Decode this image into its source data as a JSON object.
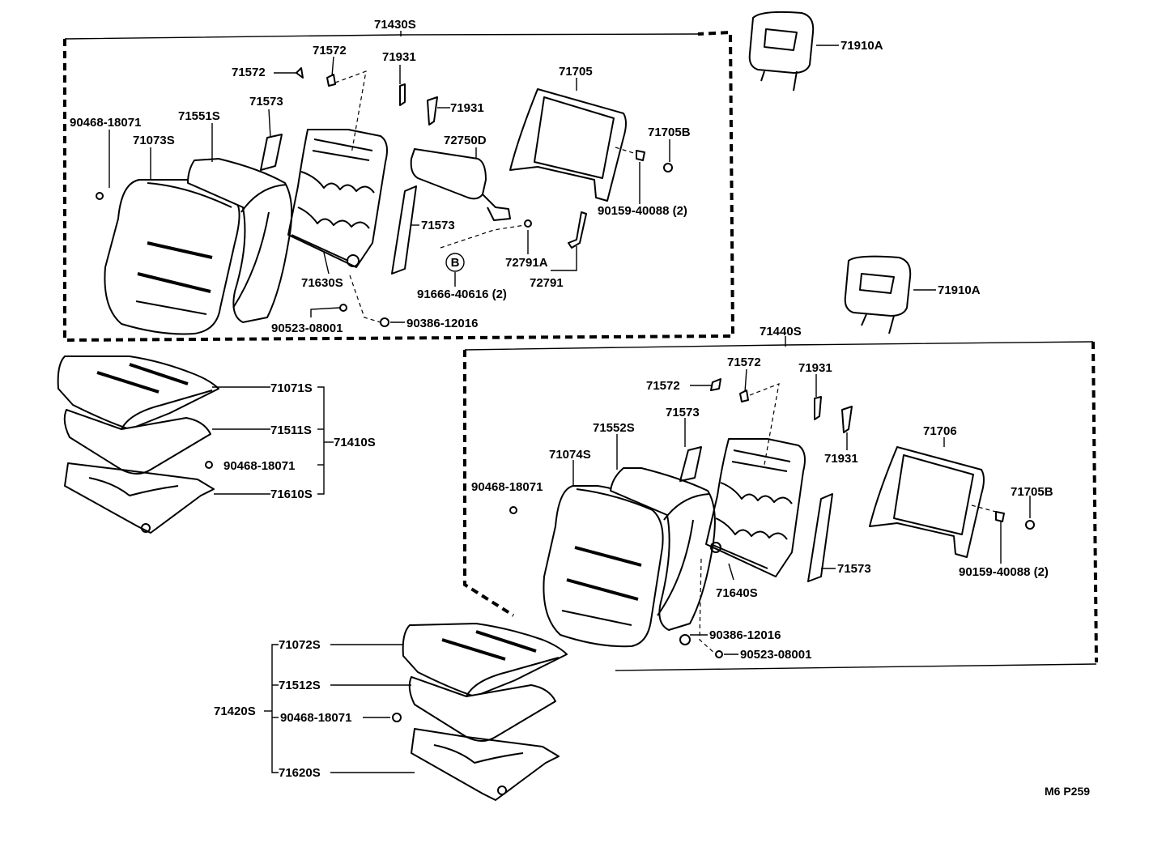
{
  "labels": {
    "assy_upper_left": "71430S",
    "headrest_upper": "71910A",
    "headrest_lower": "71910A",
    "assy_lower_right": "71440S",
    "ul_71572_a": "71572",
    "ul_71572_b": "71572",
    "ul_71931_a": "71931",
    "ul_71931_b": "71931",
    "ul_71705": "71705",
    "ul_71705B": "71705B",
    "ul_90468": "90468-18071",
    "ul_71551S": "71551S",
    "ul_71573_a": "71573",
    "ul_71073S": "71073S",
    "ul_72750D": "72750D",
    "ul_90159": "90159-40088 (2)",
    "ul_71573_b": "71573",
    "ul_72791A": "72791A",
    "ul_72791": "72791",
    "ul_71630S": "71630S",
    "ul_91666": "91666-40616 (2)",
    "ul_90523": "90523-08001",
    "ul_90386": "90386-12016",
    "cushion_l_71071S": "71071S",
    "cushion_l_71511S": "71511S",
    "cushion_l_71410S": "71410S",
    "cushion_l_90468": "90468-18071",
    "cushion_l_71610S": "71610S",
    "lr_71572_a": "71572",
    "lr_71572_b": "71572",
    "lr_71931_a": "71931",
    "lr_71931_b": "71931",
    "lr_71552S": "71552S",
    "lr_71573_a": "71573",
    "lr_71706": "71706",
    "lr_71074S": "71074S",
    "lr_90468": "90468-18071",
    "lr_71705B": "71705B",
    "lr_71640S": "71640S",
    "lr_71573_b": "71573",
    "lr_90159": "90159-40088 (2)",
    "lr_90386": "90386-12016",
    "lr_90523": "90523-08001",
    "cushion_r_71072S": "71072S",
    "cushion_r_71512S": "71512S",
    "cushion_r_71420S": "71420S",
    "cushion_r_90468": "90468-18071",
    "cushion_r_71620S": "71620S",
    "marker_b": "B",
    "page_ref": "M6 P259"
  }
}
